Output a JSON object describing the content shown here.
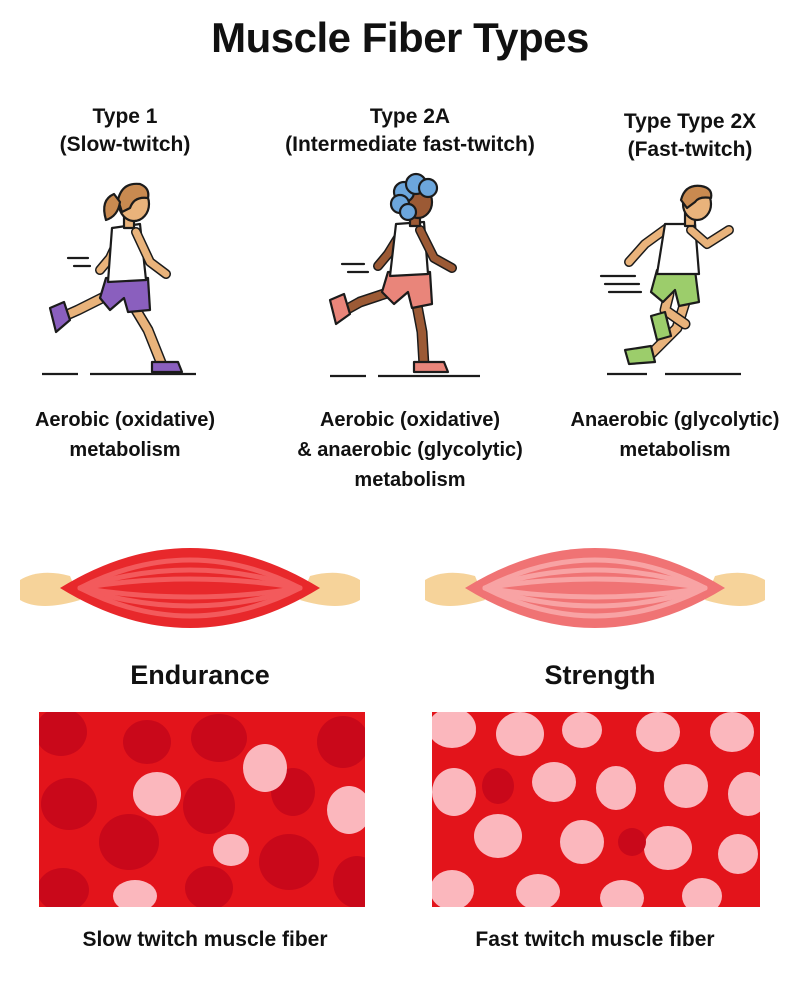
{
  "title": "Muscle Fiber Types",
  "types": [
    {
      "name": "Type 1",
      "subtitle": "(Slow-twitch)",
      "metabolism": [
        "Aerobic (oxidative)",
        "metabolism"
      ]
    },
    {
      "name": "Type 2A",
      "subtitle": "(Intermediate fast-twitch)",
      "metabolism": [
        "Aerobic (oxidative)",
        "& anaerobic (glycolytic)",
        "metabolism"
      ]
    },
    {
      "name": "Type Type 2X",
      "subtitle": "(Fast-twitch)",
      "metabolism": [
        "Anaerobic (glycolytic)",
        "metabolism"
      ]
    }
  ],
  "muscles": [
    {
      "label": "Endurance",
      "caption": "Slow twitch muscle fiber"
    },
    {
      "label": "Strength",
      "caption": "Fast twitch muscle fiber"
    }
  ],
  "colors": {
    "deep_red": "#e3141b",
    "muscle_red": "#e8282b",
    "muscle_light": "#f07374",
    "tendon": "#f6d39a",
    "cell_dark": "#c9081a",
    "cell_pink": "#fbb7bd",
    "skin": "#e9b37b",
    "skin_dark": "#9c5a35",
    "shorts_purple": "#8a5fbe",
    "shorts_salmon": "#e9857a",
    "shorts_green": "#9ccd6b",
    "hair_brown": "#c98a50",
    "hair_blue": "#6ca6dc"
  }
}
